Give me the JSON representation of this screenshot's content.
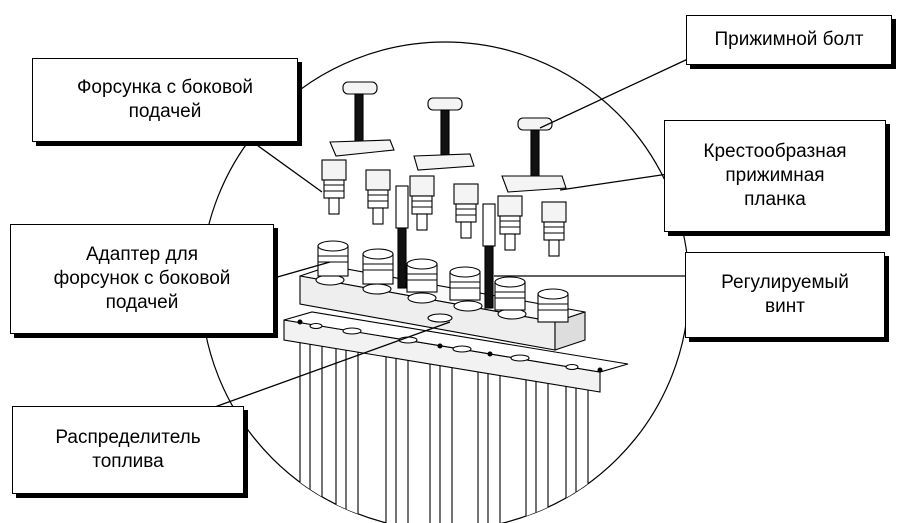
{
  "diagram": {
    "callouts": {
      "pressure_bolt": "Прижимной болт",
      "side_feed_injector": "Форсунка с боковой\nподачей",
      "cross_plate": "Крестообразная\nприжимная\nпланка",
      "side_feed_adapter": "Адаптер для\nфорсунок с боковой\nподачей",
      "adjustable_screw": "Регулируемый\nвинт",
      "fuel_rail": "Распределитель\nтоплива"
    },
    "colors": {
      "line": "#000000",
      "background": "#ffffff",
      "metal": "#e8e8e8",
      "dark": "#111111"
    }
  }
}
